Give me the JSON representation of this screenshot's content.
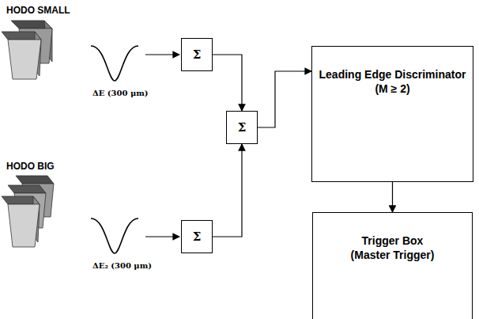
{
  "diagram": {
    "nodes": [
      {
        "text": [
          "Σ"
        ]
      },
      {
        "text": [
          "Σ"
        ]
      },
      {
        "text": [
          "Σ"
        ]
      },
      {
        "text": [
          "Leading Edge Discriminator",
          "(M ≥ 2)"
        ]
      },
      {
        "text": [
          "Trigger Box",
          "(Master Trigger)"
        ]
      }
    ],
    "edges": [
      {
        "from": 0,
        "to": 1,
        "arrow": "to"
      },
      {
        "from": 2,
        "to": 1,
        "arrow": "to"
      },
      {
        "from": 1,
        "to": 3,
        "arrow": "to"
      },
      {
        "from": 3,
        "to": 4,
        "arrow": "to"
      }
    ],
    "labels": [
      "HODO SMALL",
      "ΔE (300 μm)",
      "HODO BIG",
      "ΔE₂ (300 μm)"
    ]
  }
}
